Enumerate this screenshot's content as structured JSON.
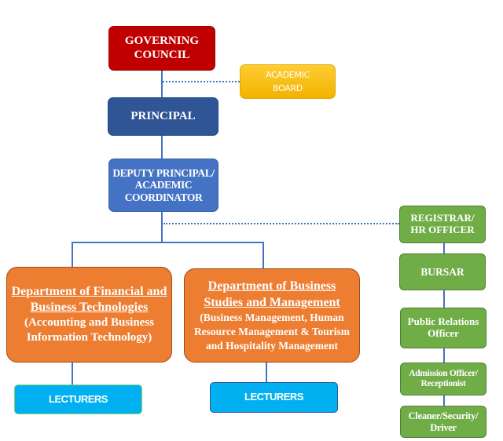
{
  "chart": {
    "title": "Organizational Structure",
    "nodes": {
      "governing_council": [
        "GOVERNING",
        "COUNCIL"
      ],
      "academic_board": [
        "ACADEMIC",
        "BOARD"
      ],
      "principal": "PRINCIPAL",
      "deputy_principal": [
        "DEPUTY PRINCIPAL/",
        "ACADEMIC",
        "COORDINATOR"
      ],
      "dept_financial": {
        "title": [
          "Department of Financial and",
          "Business Technologies"
        ],
        "subtitle": [
          "(Accounting and Business",
          "Information Technology)"
        ]
      },
      "dept_business": {
        "title": [
          "Department of Business",
          "Studies and Management"
        ],
        "subtitle": [
          "(Business Management, Human",
          "Resource Management & Tourism",
          "and Hospitality Management"
        ]
      },
      "lecturers_1": "LECTURERS",
      "lecturers_2": "LECTURERS",
      "registrar": [
        "REGISTRAR/",
        "HR OFFICER"
      ],
      "bursar": "BURSAR",
      "public_relations": [
        "Public Relations",
        "Officer"
      ],
      "admission_officer": [
        "Admission Officer/",
        "Receptionist"
      ],
      "cleaner": [
        "Cleaner/Security/",
        "Driver"
      ]
    },
    "colors": {
      "governing": "#C00000",
      "academic_board": "#FFC000",
      "principal": "#2F5597",
      "deputy": "#4472C4",
      "departments": "#ED7D31",
      "lecturers": "#00B0F0",
      "admin_staff": "#70AD47",
      "connectors": "#4472C4"
    }
  }
}
